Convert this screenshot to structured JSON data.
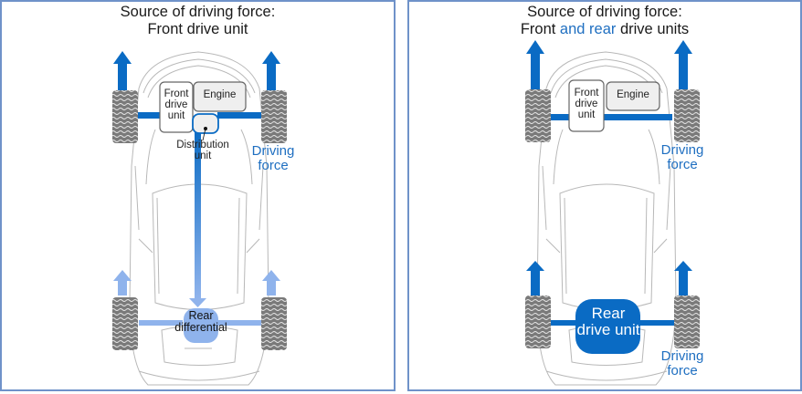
{
  "colors": {
    "panel_border": "#6f92c9",
    "drive_blue": "#0a6bc4",
    "light_blue": "#8fb3ec",
    "label_blue": "#1f6fc1",
    "tire_gray": "#7a7a7a",
    "car_outline": "#b8b8b8"
  },
  "left_panel": {
    "title_line1": "Source of driving force:",
    "title_line2": "Front drive unit",
    "front_drive_unit": [
      "Front",
      "drive",
      "unit"
    ],
    "engine": "Engine",
    "distribution_unit": [
      "Distribution",
      "unit"
    ],
    "driving_force": [
      "Driving",
      "force"
    ],
    "rear_differential": [
      "Rear",
      "differential"
    ]
  },
  "right_panel": {
    "title_line1": "Source of driving force:",
    "title_line2_part1": "Front ",
    "title_line2_accent": "and rear",
    "title_line2_part2": " drive units",
    "front_drive_unit": [
      "Front",
      "drive",
      "unit"
    ],
    "engine": "Engine",
    "driving_force_front": [
      "Driving",
      "force"
    ],
    "rear_drive_unit": [
      "Rear",
      "drive unit"
    ],
    "driving_force_rear": [
      "Driving",
      "force"
    ]
  }
}
